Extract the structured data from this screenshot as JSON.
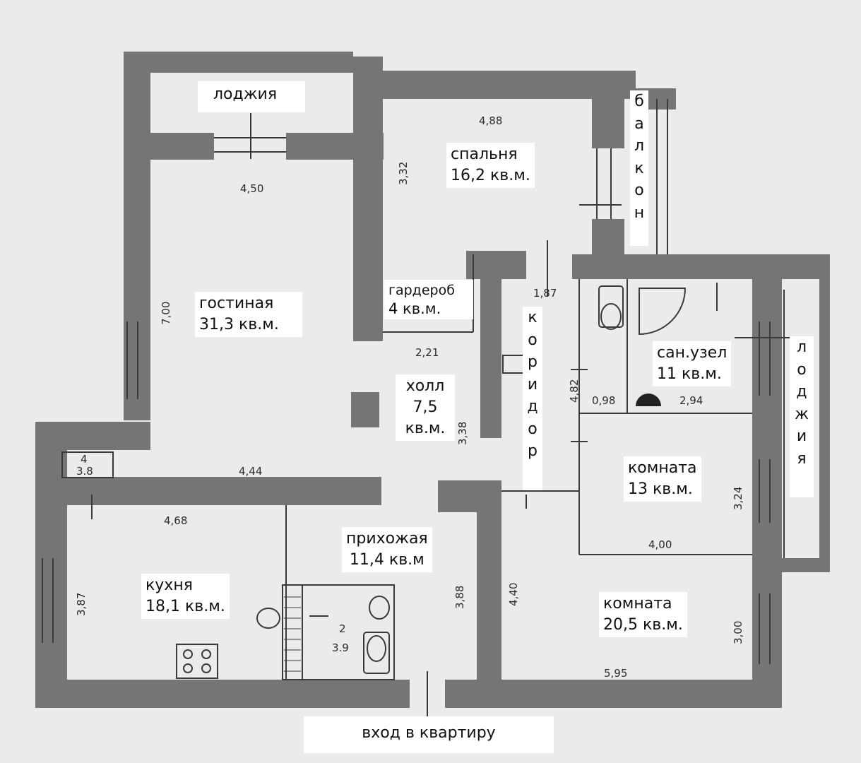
{
  "rooms": {
    "loggia_top": "лоджия",
    "bedroom_name": "спальня",
    "bedroom_area": "16,2 кв.м.",
    "wardrobe_name": "гардероб",
    "wardrobe_area": "4 кв.м.",
    "living_name": "гостиная",
    "living_area": "31,3 кв.м.",
    "hall_name": "холл",
    "hall_area": "7,5",
    "hall_unit": "кв.м.",
    "bath_name": "сан.узел",
    "bath_area": "11 кв.м.",
    "room13_name": "комната",
    "room13_area": "13 кв.м.",
    "room20_name": "комната",
    "room20_area": "20,5 кв.м.",
    "kitchen_name": "кухня",
    "kitchen_area": "18,1 кв.м.",
    "entry_name": "прихожая",
    "entry_area": "11,4 кв.м",
    "entrance": "вход в квартиру",
    "balcony_letters": [
      "б",
      "а",
      "л",
      "к",
      "о",
      "н"
    ],
    "corridor_letters": [
      "к",
      "о",
      "р",
      "и",
      "д",
      "о",
      "р"
    ],
    "loggia_right_letters": [
      "л",
      "о",
      "д",
      "ж",
      "и",
      "я"
    ]
  },
  "dimensions": {
    "d488": "4,88",
    "d450": "4,50",
    "d332": "3,32",
    "d700": "7,00",
    "d187": "1,87",
    "d221": "2,21",
    "d338": "3,38",
    "d482": "4,82",
    "d098": "0,98",
    "d294": "2,94",
    "d444": "4,44",
    "d468": "4,68",
    "d324": "3,24",
    "d400": "4,00",
    "d387": "3,87",
    "d388": "3,88",
    "d440": "4,40",
    "d300": "3,00",
    "d595": "5,95",
    "wc_num": "2",
    "wc_size": "3.9",
    "pantry_num": "4",
    "pantry_size": "3.8"
  },
  "colors": {
    "wall": "#757575",
    "paper": "#ecebea",
    "line": "#3a3a3a"
  }
}
